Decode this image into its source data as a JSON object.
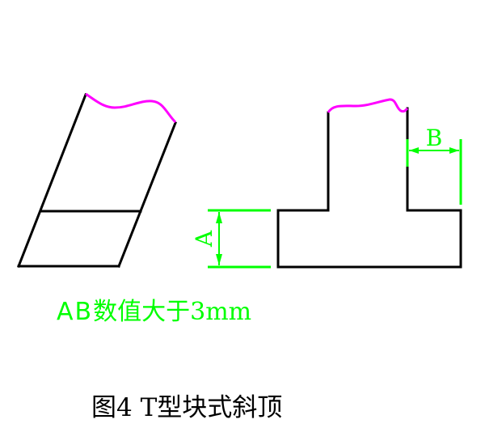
{
  "figure": {
    "caption": "图4  T型块式斜顶",
    "note_prefix": "AB",
    "note_rest": "数值大于3mm",
    "dimension_labels": {
      "a": "A",
      "b": "B"
    },
    "colors": {
      "outline": "#000000",
      "break_line": "#ff00ff",
      "dimension": "#00ff00",
      "background": "#ffffff"
    },
    "views": [
      {
        "name": "left-view",
        "shape": "inclined parallelogram with horizontal division line and wavy break at top"
      },
      {
        "name": "right-view",
        "shape": "T-shaped block with wavy break at top of stem, dimension A on base height, dimension B on step width"
      }
    ]
  }
}
